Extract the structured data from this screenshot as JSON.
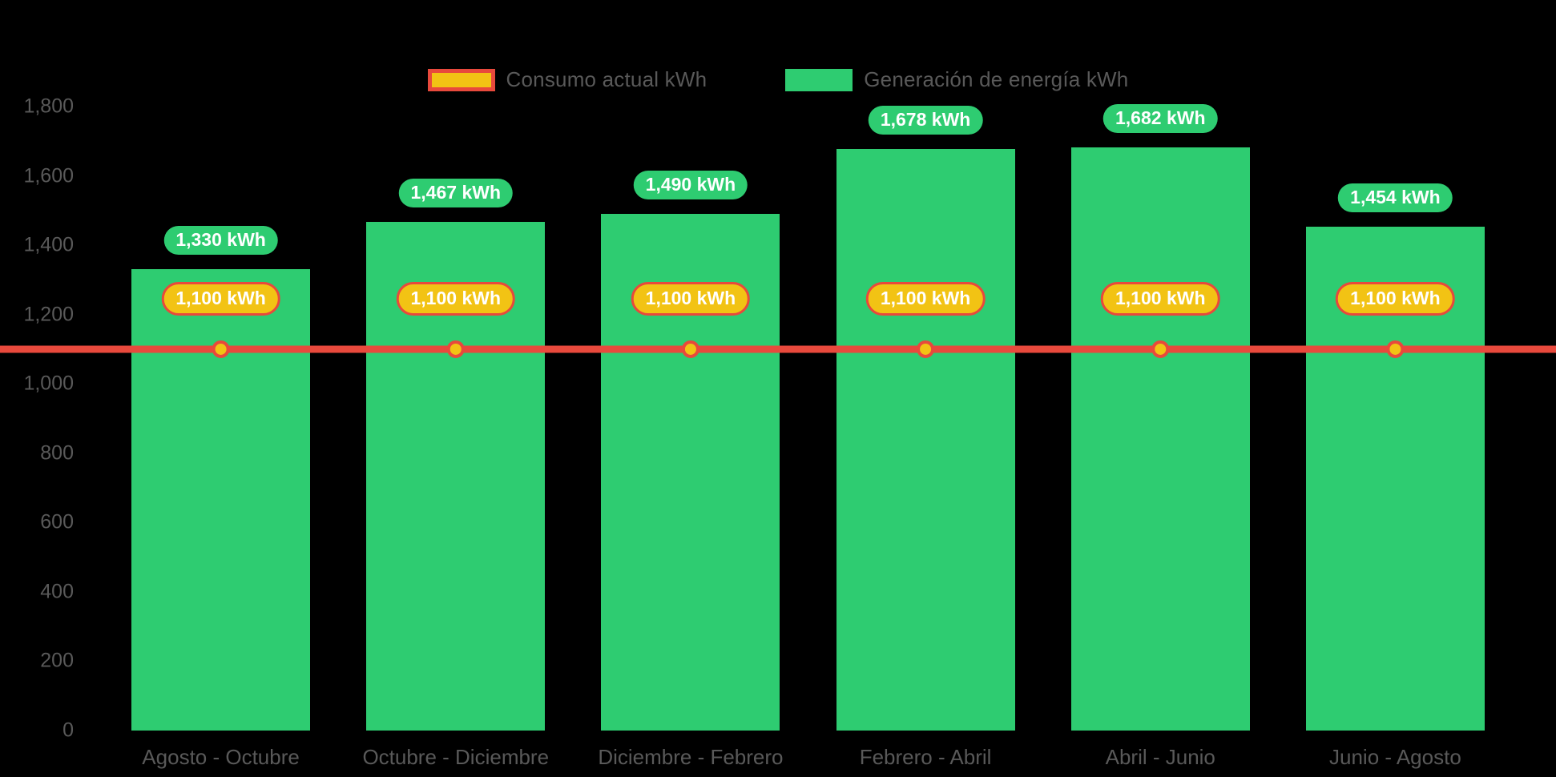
{
  "chart_data": {
    "type": "bar",
    "title": "",
    "xlabel": "",
    "ylabel": "",
    "ylim": [
      0,
      1800
    ],
    "ytick_step": 200,
    "grid": false,
    "legend_position": "top-center",
    "categories": [
      "Agosto - Octubre",
      "Octubre - Diciembre",
      "Diciembre - Febrero",
      "Febrero - Abril",
      "Abril - Junio",
      "Junio - Agosto"
    ],
    "ytick_labels": [
      "1,800",
      "1,600",
      "1,400",
      "1,200",
      "1,000",
      "800",
      "600",
      "400",
      "200",
      "0"
    ],
    "ytick_values": [
      1800,
      1600,
      1400,
      1200,
      1000,
      800,
      600,
      400,
      200,
      0
    ],
    "series": [
      {
        "name": "Generación de energía kWh",
        "type": "bar",
        "color": "#2ecc71",
        "values": [
          1330,
          1467,
          1490,
          1678,
          1682,
          1454
        ],
        "data_labels": [
          "1,330 kWh",
          "1,467 kWh",
          "1,490 kWh",
          "1,678 kWh",
          "1,682 kWh",
          "1,454 kWh"
        ]
      },
      {
        "name": "Consumo actual kWh",
        "type": "line",
        "color": "#e8493c",
        "marker_fill": "#f2c314",
        "values": [
          1100,
          1100,
          1100,
          1100,
          1100,
          1100
        ],
        "data_labels": [
          "1,100 kWh",
          "1,100 kWh",
          "1,100 kWh",
          "1,100 kWh",
          "1,100 kWh",
          "1,100 kWh"
        ]
      }
    ]
  },
  "legend": {
    "items": [
      {
        "label": "Consumo actual kWh",
        "swatch": "consumo"
      },
      {
        "label": "Generación de energía kWh",
        "swatch": "generacion"
      }
    ]
  },
  "colors": {
    "background": "#000000",
    "bar_green": "#2ecc71",
    "line_red": "#e8493c",
    "marker_gold": "#f2c314",
    "axis_text": "#595959",
    "label_text": "#ffffff"
  }
}
